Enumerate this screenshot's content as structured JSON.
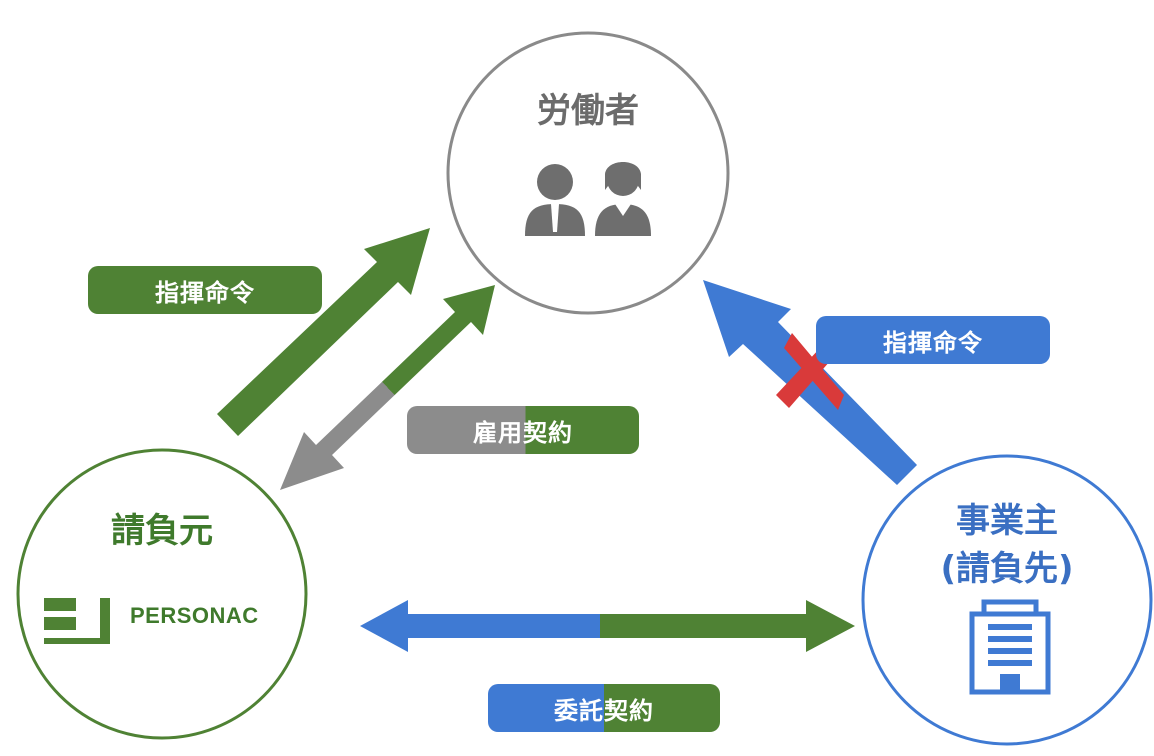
{
  "nodes": {
    "worker": {
      "label": "労働者"
    },
    "contractor": {
      "label": "請負元",
      "logo_text": "PERSONAC"
    },
    "client": {
      "label_line1": "事業主",
      "label_line2": "(請負先)"
    }
  },
  "relations": {
    "contractor_command": "指揮命令",
    "employment_contract": "雇用契約",
    "client_command": "指揮命令",
    "outsourcing_contract": "委託契約"
  },
  "colors": {
    "green": "#4f8234",
    "blue": "#3f7ad3",
    "gray": "#8c8c8c",
    "red": "#d93a3a",
    "text_gray": "#6b6b6b",
    "text_green": "#3f7a2c",
    "text_blue": "#3a6fc2"
  },
  "icons": {
    "worker": "businesspeople-icon",
    "contractor": "personac-logo-icon",
    "client": "office-building-icon",
    "prohibited": "red-x-icon"
  }
}
